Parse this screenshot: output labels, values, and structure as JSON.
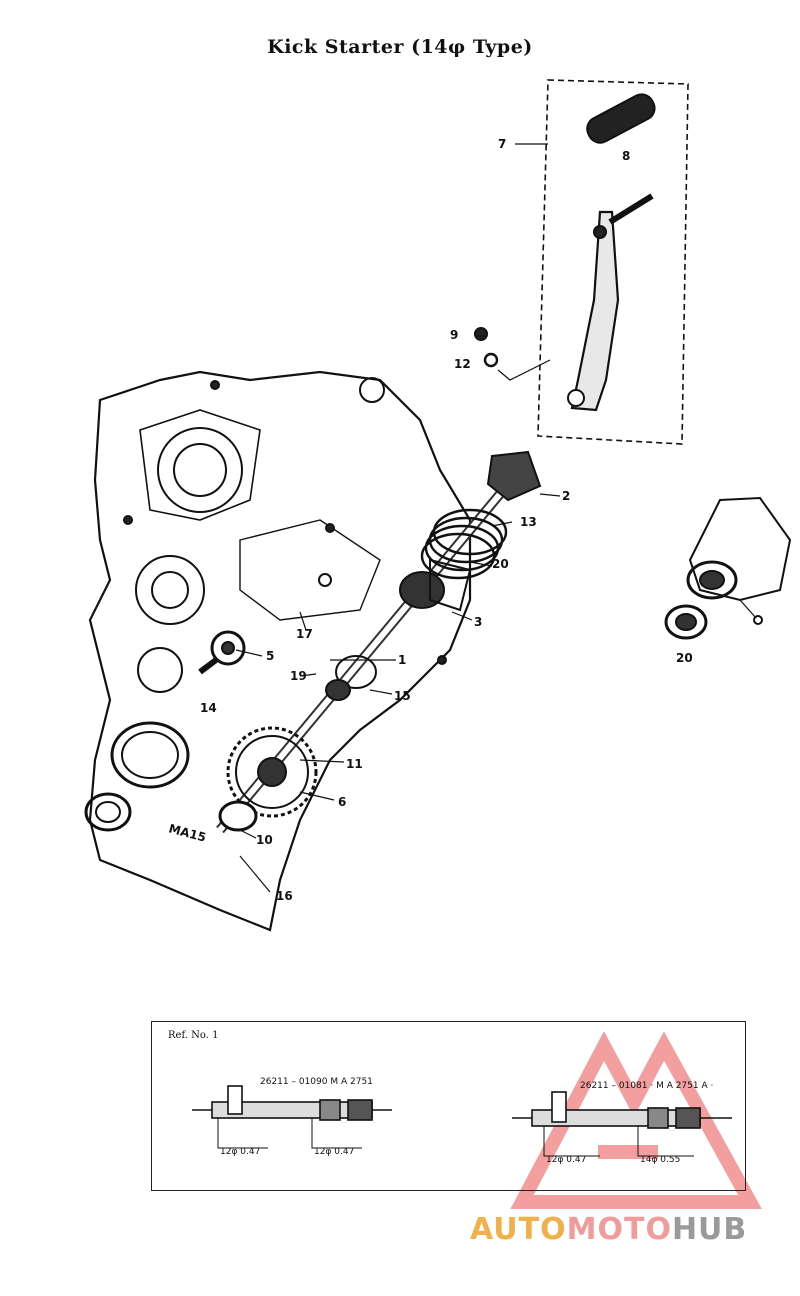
{
  "title": "Kick Starter (14φ Type)",
  "callouts": [
    {
      "id": "c7",
      "label": "7"
    },
    {
      "id": "c8",
      "label": "8"
    },
    {
      "id": "c9a",
      "label": "9"
    },
    {
      "id": "c12",
      "label": "12"
    },
    {
      "id": "c2",
      "label": "2"
    },
    {
      "id": "c13",
      "label": "13"
    },
    {
      "id": "c20a",
      "label": "20"
    },
    {
      "id": "c3",
      "label": "3"
    },
    {
      "id": "c17",
      "label": "17"
    },
    {
      "id": "c1",
      "label": "1"
    },
    {
      "id": "c5",
      "label": "5"
    },
    {
      "id": "c19",
      "label": "19"
    },
    {
      "id": "c15",
      "label": "15"
    },
    {
      "id": "c14",
      "label": "14"
    },
    {
      "id": "c11",
      "label": "11"
    },
    {
      "id": "c6",
      "label": "6"
    },
    {
      "id": "c10",
      "label": "10"
    },
    {
      "id": "c16",
      "label": "16"
    },
    {
      "id": "c20b",
      "label": "20"
    }
  ],
  "casting_mark": "MA15",
  "ref": {
    "label": "Ref. No. 1",
    "left_part": "26211 – 01090   M A 2751",
    "left_dim1": "12φ 0.47",
    "left_dim2": "12φ 0.47",
    "right_part": "26211 – 01081 · M A 2751 A ·",
    "right_dim1": "12φ 0.47",
    "right_dim2": "14φ 0.55"
  },
  "watermark": {
    "part1": "AUTO",
    "part2": "MOTO",
    "part3": "HUB",
    "colors": {
      "auto": "#f2b04a",
      "moto": "#f39a9a",
      "hub": "#9a9a9a",
      "triangle": "#f08080"
    }
  }
}
